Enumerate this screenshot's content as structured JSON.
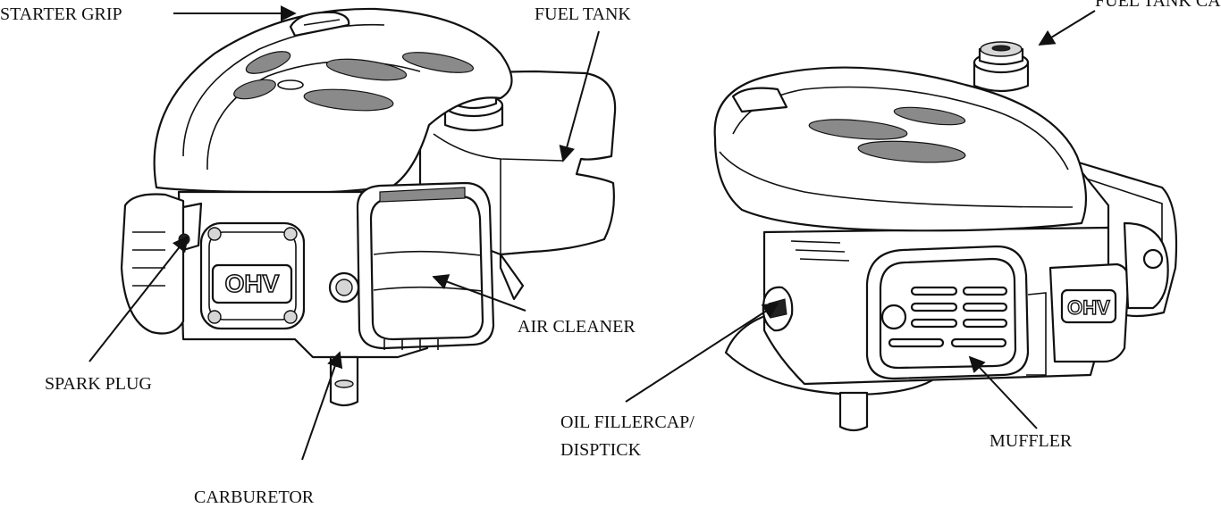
{
  "labels": {
    "starter_grip": "STARTER GRIP",
    "fuel_tank": "FUEL TANK",
    "fuel_tank_cap": "FUEL TANK CAP",
    "air_cleaner": "AIR CLEANER",
    "spark_plug": "SPARK PLUG",
    "carburetor": "CARBURETOR",
    "oil_fillercap_line1": "OIL FILLERCAP/",
    "oil_fillercap_line2": "DISPTICK",
    "muffler": "MUFFLER"
  },
  "engine_badge": "OHV"
}
